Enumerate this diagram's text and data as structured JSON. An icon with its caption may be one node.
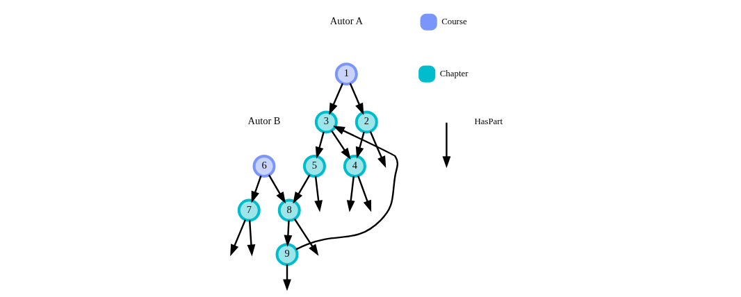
{
  "diagram": {
    "nodes": [
      {
        "text": [
          "1"
        ]
      },
      {
        "text": [
          "2"
        ]
      },
      {
        "text": [
          "3"
        ]
      },
      {
        "text": [
          "4"
        ]
      },
      {
        "text": [
          "5"
        ]
      },
      {
        "text": [
          "6"
        ]
      },
      {
        "text": [
          "7"
        ]
      },
      {
        "text": [
          "8"
        ]
      },
      {
        "text": [
          "9"
        ]
      }
    ],
    "edges": [
      {
        "from": 0,
        "to": 1,
        "arrow": "to"
      },
      {
        "from": 0,
        "to": 2,
        "arrow": "to"
      },
      {
        "from": 1,
        "to": 3,
        "arrow": "to"
      },
      {
        "from": 2,
        "to": 3,
        "arrow": "to"
      },
      {
        "from": 2,
        "to": 4,
        "arrow": "to"
      },
      {
        "from": 5,
        "to": 6,
        "arrow": "to"
      },
      {
        "from": 5,
        "to": 7,
        "arrow": "to"
      },
      {
        "from": 7,
        "to": 8,
        "arrow": "to"
      },
      {
        "from": 4,
        "to": 7,
        "arrow": "to"
      },
      {
        "from": 8,
        "to": 2,
        "arrow": "to"
      },
      {
        "from": 1,
        "to": null,
        "arrow": "to"
      },
      {
        "from": 3,
        "to": null,
        "arrow": "to"
      },
      {
        "from": 3,
        "to": null,
        "arrow": "to"
      },
      {
        "from": 4,
        "to": null,
        "arrow": "to"
      },
      {
        "from": 6,
        "to": null,
        "arrow": "to"
      },
      {
        "from": 6,
        "to": null,
        "arrow": "to"
      },
      {
        "from": 7,
        "to": null,
        "arrow": "to"
      },
      {
        "from": 8,
        "to": null,
        "arrow": "to"
      }
    ],
    "labels": [
      "Autor A",
      "Autor B"
    ],
    "legend": [
      {
        "text": "Course",
        "color": "#7b96fa"
      },
      {
        "text": "Chapter",
        "color": "#00bccc"
      },
      {
        "text": "HasPart"
      }
    ]
  }
}
